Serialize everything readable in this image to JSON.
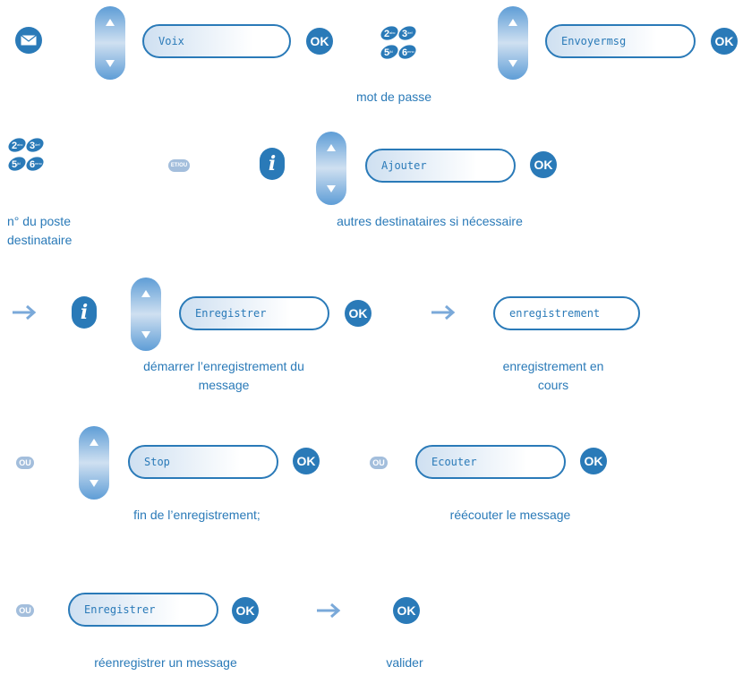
{
  "colors": {
    "accent": "#2a7ab8",
    "light": "#cfe0f1",
    "tag": "#a3bedc"
  },
  "icons": [
    "envelope-icon",
    "keypad-icon",
    "info-icon",
    "navigator-icon",
    "arrow-right-icon"
  ],
  "ok_label": "OK",
  "ou_label": "OU",
  "etou_label": "ET/OU",
  "keypad": {
    "k2": "2",
    "k2s": "abc",
    "k3": "3",
    "k3s": "def",
    "k5": "5",
    "k5s": "jkl",
    "k6": "6",
    "k6s": "mno"
  },
  "row1": {
    "pill1": "Voix",
    "pill2": "Envoyermsg",
    "caption": "mot de passe"
  },
  "row2": {
    "pill": "Ajouter",
    "caption_left": "n° du poste destinataire",
    "caption_mid": "autres destinataires si nécessaire"
  },
  "row3": {
    "pill1": "Enregistrer",
    "pill2": "enregistrement",
    "caption1": "démarrer l’enregistrement du message",
    "caption2": "enregistrement en cours"
  },
  "row4": {
    "pill1": "Stop",
    "pill2": "Ecouter",
    "caption1": "fin de l’enregistrement;",
    "caption2": "réécouter le message"
  },
  "row5": {
    "pill": "Enregistrer",
    "caption1": "réenregistrer un message",
    "caption2": "valider"
  }
}
